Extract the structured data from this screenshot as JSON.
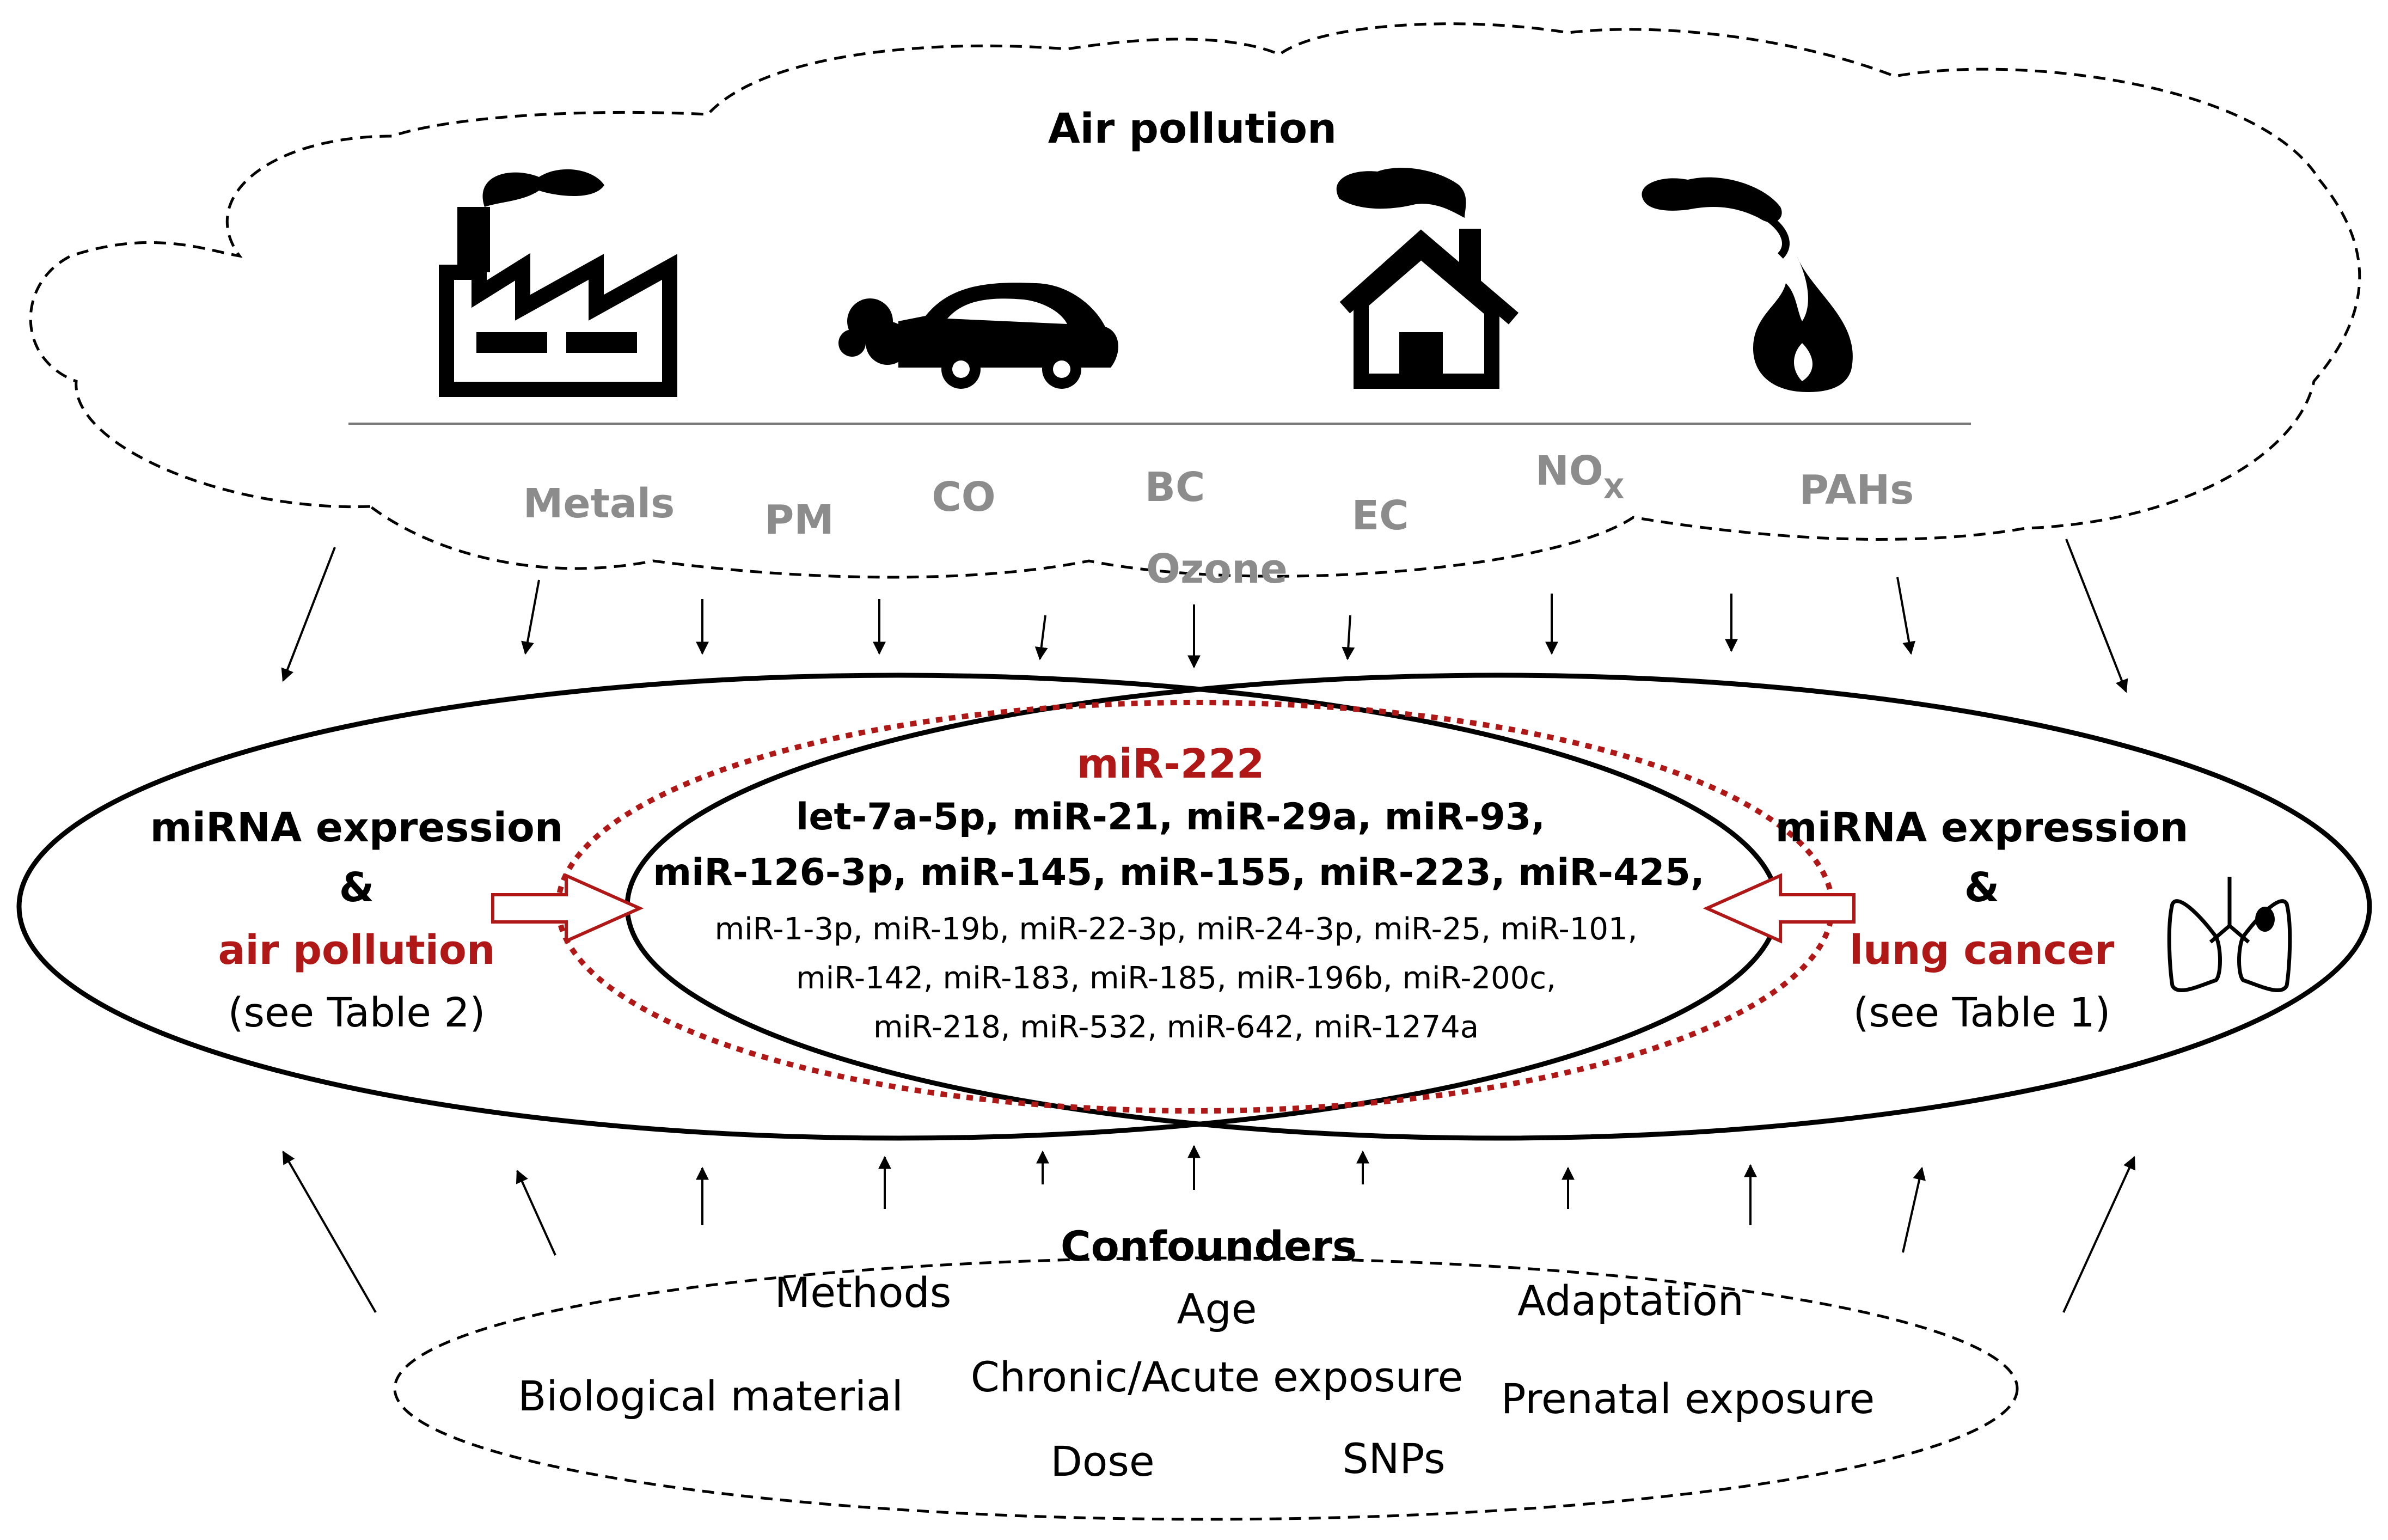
{
  "air_pollution": {
    "title": "Air pollution",
    "sources": [
      {
        "icon": "factory-icon"
      },
      {
        "icon": "car-exhaust-icon"
      },
      {
        "icon": "house-chimney-icon"
      },
      {
        "icon": "fire-smoke-icon"
      }
    ],
    "pollutants": {
      "metals": "Metals",
      "pm": "PM",
      "co": "CO",
      "bc": "BC",
      "ozone": "Ozone",
      "ec": "EC",
      "nox_main": "NO",
      "nox_sub": "X",
      "pahs": "PAHs"
    }
  },
  "left_set": {
    "line1": "miRNA expression",
    "line2": "&",
    "line3": "air pollution",
    "line4": "(see Table 2)"
  },
  "right_set": {
    "line1": "miRNA expression",
    "line2": "&",
    "line3": "lung cancer",
    "line4": "(see Table 1)",
    "icon": "lungs-tumor-icon"
  },
  "overlap": {
    "highlight": "miR-222",
    "bold_line1": "let-7a-5p, miR-21, miR-29a, miR-93,",
    "bold_line2": "miR-126-3p, miR-145, miR-155, miR-223, miR-425,",
    "line3": "miR-1-3p, miR-19b, miR-22-3p, miR-24-3p, miR-25, miR-101,",
    "line4": "miR-142, miR-183, miR-185, miR-196b, miR-200c,",
    "line5": "miR-218, miR-532, miR-642, miR-1274a"
  },
  "confounders": {
    "title": "Confounders",
    "methods": "Methods",
    "age": "Age",
    "adaptation": "Adaptation",
    "biological_material": "Biological material",
    "chronic_acute": "Chronic/Acute exposure",
    "prenatal": "Prenatal exposure",
    "dose": "Dose",
    "snps": "SNPs"
  },
  "colors": {
    "accent_red": "#b01818",
    "pollutant_gray": "#8c8c8c",
    "ink": "#000000"
  }
}
